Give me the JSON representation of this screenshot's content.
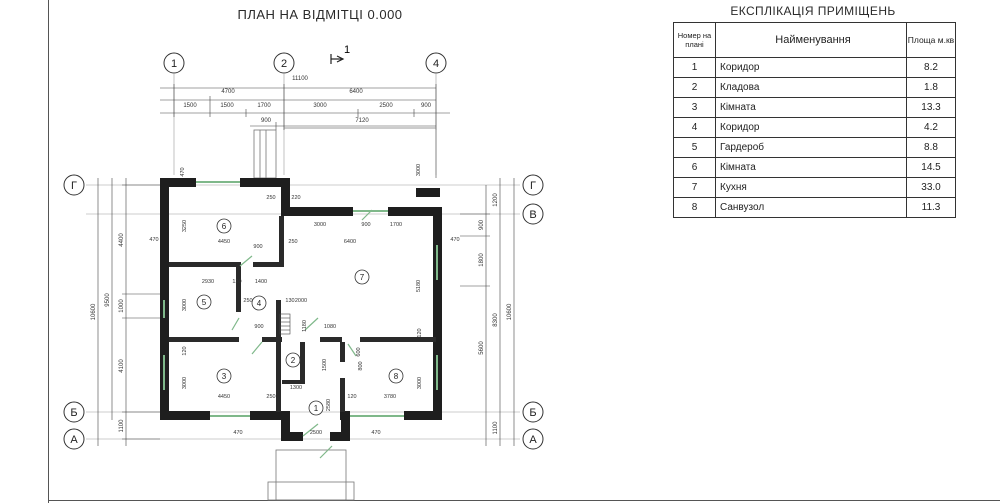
{
  "plan": {
    "title": "ПЛАН НА ВІДМІТЦІ  0.000",
    "section_mark": "1",
    "axes": {
      "vertical": [
        "1",
        "2",
        "4"
      ],
      "horizontal": [
        "Г",
        "В",
        "Б",
        "А"
      ]
    },
    "dims": {
      "top_total": "11100",
      "top_a": "4700",
      "top_b": "6400",
      "top_c1": "1500",
      "top_c2": "1500",
      "top_c3": "1700",
      "top_c4": "3000",
      "top_c5": "2500",
      "top_c6": "900",
      "porch_w": "900",
      "terrace_w": "7120",
      "left_outer": "10600",
      "left_mid": "9500",
      "left_a": "4400",
      "left_b": "1000",
      "left_c": "4100",
      "left_d": "1100",
      "right_outer": "10600",
      "right_a": "1200",
      "right_b": "900",
      "right_c": "1800",
      "right_d": "8300",
      "right_e": "5600",
      "right_f": "1100",
      "d_470a": "470",
      "d_470b": "470",
      "d_470c": "470",
      "d_470d": "470",
      "d_470e": "470",
      "d_3250": "3250",
      "d_4450a": "4450",
      "d_4450b": "4450",
      "d_250a": "250",
      "d_250b": "250",
      "d_250c": "250",
      "d_250d": "250",
      "d_220": "220",
      "d_3000a": "3000",
      "d_3000b": "3000",
      "d_3000c": "3000",
      "d_3000d": "3000",
      "d_3000e": "3000",
      "d_900a": "900",
      "d_900b": "900",
      "d_900c": "900",
      "d_1700": "1700",
      "d_6400": "6400",
      "d_2930": "2930",
      "d_1400": "1400",
      "d_120a": "120",
      "d_120b": "120",
      "d_120c": "120",
      "d_120d": "120",
      "d_130": "130",
      "d_2000": "2000",
      "d_5180": "5180",
      "d_1080": "1080",
      "d_1180": "1180",
      "d_1300": "1300",
      "d_2500": "2500",
      "d_2580": "2580",
      "d_3780": "3780",
      "d_600": "600",
      "d_800": "800",
      "d_1500": "1500"
    },
    "rooms": [
      "1",
      "2",
      "3",
      "4",
      "5",
      "6",
      "7",
      "8"
    ]
  },
  "explication": {
    "title": "ЕКСПЛІКАЦІЯ  ПРИМІЩЕНЬ",
    "headers": {
      "num": "Номер на плані",
      "name": "Найменування",
      "area": "Площа м.кв"
    },
    "rows": [
      {
        "num": "1",
        "name": "Коридор",
        "area": "8.2"
      },
      {
        "num": "2",
        "name": "Кладова",
        "area": "1.8"
      },
      {
        "num": "3",
        "name": "Кімната",
        "area": "13.3"
      },
      {
        "num": "4",
        "name": "Коридор",
        "area": "4.2"
      },
      {
        "num": "5",
        "name": "Гардероб",
        "area": "8.8"
      },
      {
        "num": "6",
        "name": "Кімната",
        "area": "14.5"
      },
      {
        "num": "7",
        "name": "Кухня",
        "area": "33.0"
      },
      {
        "num": "8",
        "name": "Санвузол",
        "area": "11.3"
      }
    ]
  }
}
